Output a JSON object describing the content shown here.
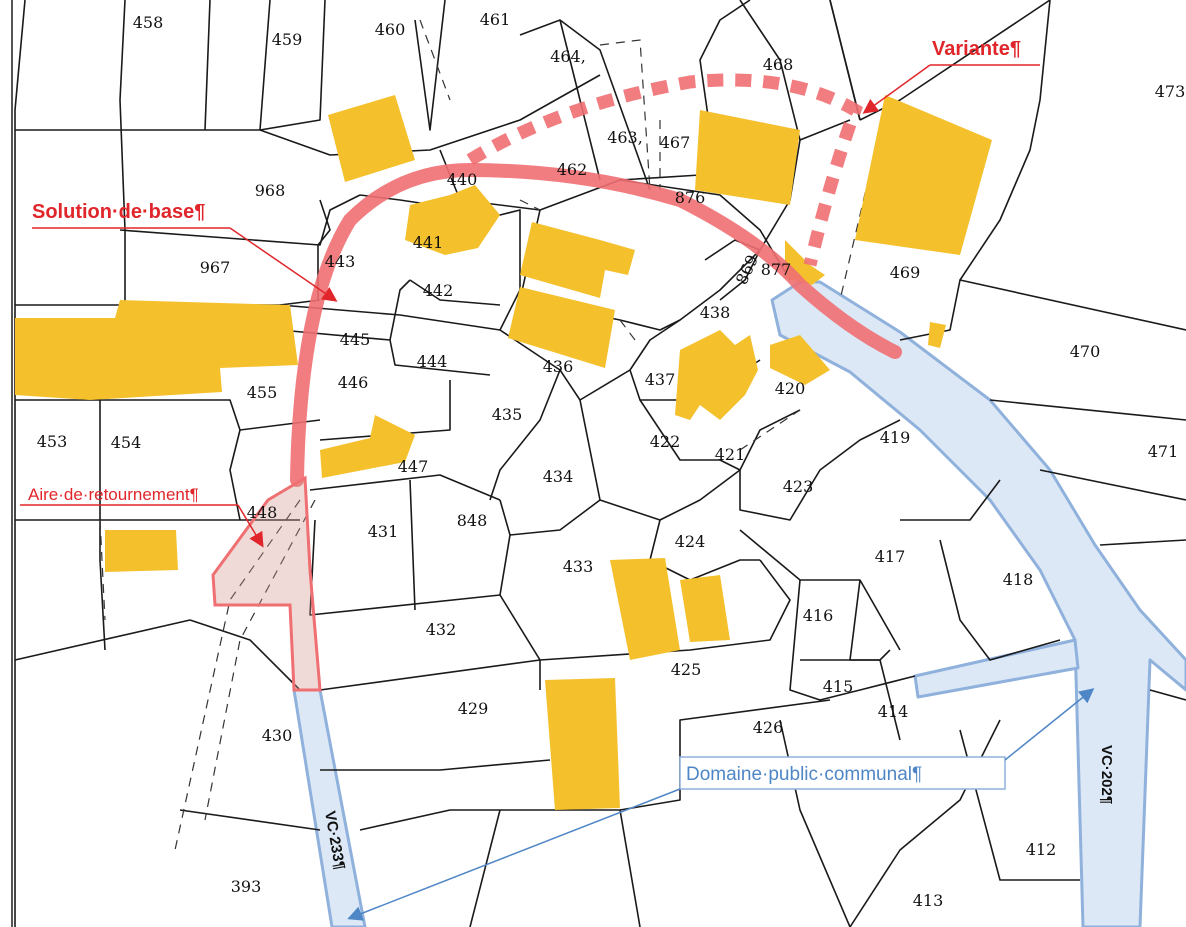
{
  "annotations": {
    "variante": "Variante¶",
    "solution_base": "Solution·de·base¶",
    "aire_retournement": "Aire·de·retournement¶",
    "domaine_public": "Domaine·public·communal¶"
  },
  "roads": {
    "vc233": "VC·233¶",
    "vc202": "VC·202¶"
  },
  "parcels": {
    "p458": "458",
    "p459": "459",
    "p460": "460",
    "p461": "461",
    "p464": "464,",
    "p468": "468",
    "p473": "473",
    "p463": "463,",
    "p467": "467",
    "p462": "462",
    "p968": "968",
    "p440": "440",
    "p876": "876",
    "p441": "441",
    "p869": "869",
    "p877": "877",
    "p469": "469",
    "p967": "967",
    "p443": "443",
    "p442": "442",
    "p438": "438",
    "p470": "470",
    "p445": "445",
    "p444": "444",
    "p436": "436",
    "p455": "455",
    "p446": "446",
    "p437": "437",
    "p420": "420",
    "p453": "453",
    "p454": "454",
    "p435": "435",
    "p422": "422",
    "p421": "421",
    "p419": "419",
    "p471": "471",
    "p447": "447",
    "p434": "434",
    "p423": "423",
    "p448": "448",
    "p431": "431",
    "p848": "848",
    "p424": "424",
    "p417": "417",
    "p433": "433",
    "p418": "418",
    "p432": "432",
    "p416": "416",
    "p425": "425",
    "p415": "415",
    "p414": "414",
    "p429": "429",
    "p430": "430",
    "p426": "426",
    "p412": "412",
    "p393": "393",
    "p413": "413"
  },
  "colors": {
    "building": "#f4c02c",
    "route": "#e0262b",
    "public_domain": "#dce8f6",
    "public_domain_border": "#8fb1dc"
  }
}
